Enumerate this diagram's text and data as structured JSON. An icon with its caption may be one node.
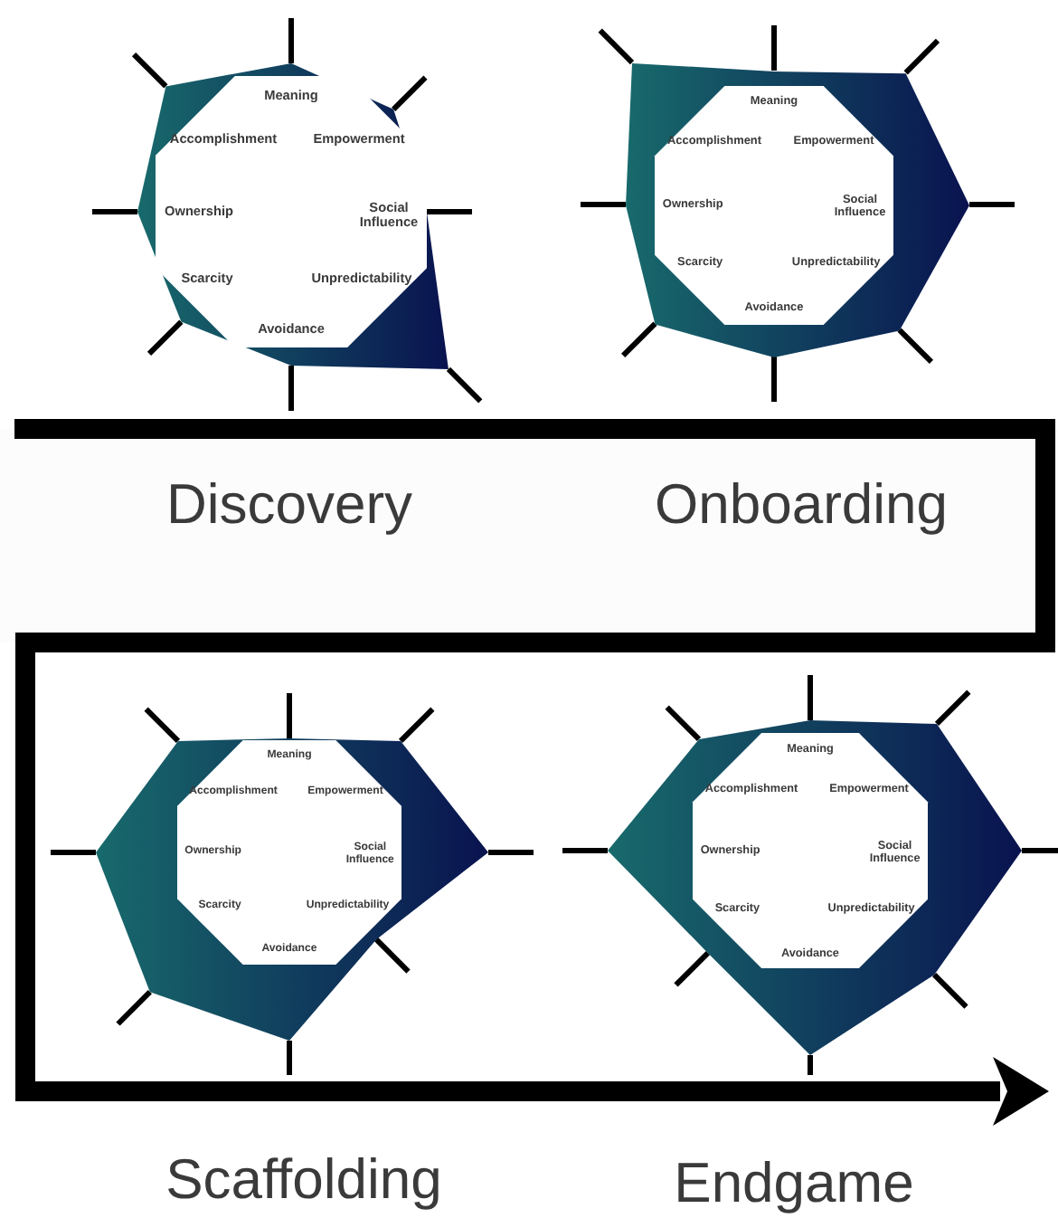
{
  "diagram": {
    "nodes": [
      {
        "text": [
          "Meaning",
          "Accomplishment",
          "Empowerment",
          "Ownership",
          "Social Influence",
          "Scarcity",
          "Unpredictability",
          "Avoidance"
        ],
        "beside": [
          "Discovery"
        ]
      },
      {
        "text": [
          "Meaning",
          "Accomplishment",
          "Empowerment",
          "Ownership",
          "Social Influence",
          "Scarcity",
          "Unpredictability",
          "Avoidance"
        ],
        "beside": [
          "Onboarding"
        ]
      },
      {
        "text": [
          "Meaning",
          "Accomplishment",
          "Empowerment",
          "Ownership",
          "Social Influence",
          "Scarcity",
          "Unpredictability",
          "Avoidance"
        ],
        "beside": [
          "Scaffolding"
        ]
      },
      {
        "text": [
          "Meaning",
          "Accomplishment",
          "Empowerment",
          "Ownership",
          "Social Influence",
          "Scarcity",
          "Unpredictability",
          "Avoidance"
        ],
        "beside": [
          "Endgame"
        ]
      }
    ],
    "edges": [
      {
        "from": 0,
        "to": 3,
        "arrow": "to"
      }
    ]
  }
}
